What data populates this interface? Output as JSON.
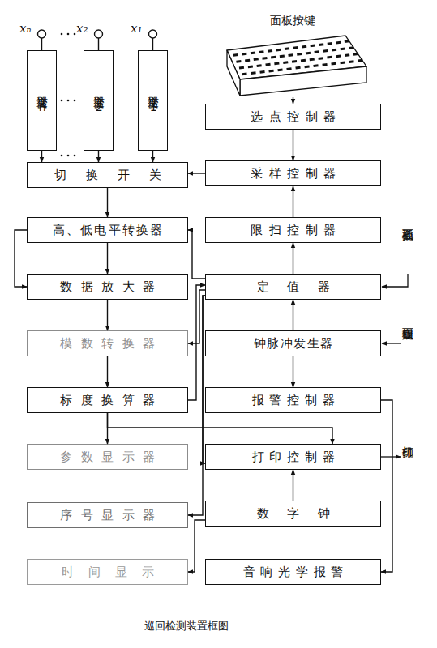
{
  "diagram": {
    "caption": "巡回检测装置框图",
    "nodes": [
      {
        "text": [
          "变送器 n"
        ]
      },
      {
        "text": [
          "变送器 2"
        ]
      },
      {
        "text": [
          "变送器 1"
        ]
      },
      {
        "text": [
          "面板按键"
        ]
      },
      {
        "text": [
          "切换开关"
        ]
      },
      {
        "text": [
          "高、低电平转换器"
        ]
      },
      {
        "text": [
          "数据放大器"
        ]
      },
      {
        "text": [
          "模数转换器"
        ]
      },
      {
        "text": [
          "标度换算器"
        ]
      },
      {
        "text": [
          "参数显示器"
        ]
      },
      {
        "text": [
          "序号显示器"
        ]
      },
      {
        "text": [
          "时间显示"
        ]
      },
      {
        "text": [
          "选点控制器"
        ]
      },
      {
        "text": [
          "采样控制器"
        ]
      },
      {
        "text": [
          "限扫控制器"
        ]
      },
      {
        "text": [
          "定值器"
        ]
      },
      {
        "text": [
          "钟脉冲发生器"
        ]
      },
      {
        "text": [
          "报警控制器"
        ]
      },
      {
        "text": [
          "打印控制器"
        ]
      },
      {
        "text": [
          "数字钟"
        ]
      },
      {
        "text": [
          "音响光学报警"
        ]
      }
    ],
    "edges": [
      {
        "from": 0,
        "to": 4,
        "arrow": "to"
      },
      {
        "from": 1,
        "to": 4,
        "arrow": "to"
      },
      {
        "from": 2,
        "to": 4,
        "arrow": "to"
      },
      {
        "from": 3,
        "to": 12,
        "arrow": "to"
      },
      {
        "from": 12,
        "to": 13,
        "arrow": "to"
      },
      {
        "from": 13,
        "to": 4,
        "arrow": "to"
      },
      {
        "from": 4,
        "to": 5,
        "arrow": "to"
      },
      {
        "from": 5,
        "to": 6,
        "arrow": "to"
      },
      {
        "from": 6,
        "to": 7,
        "arrow": "to"
      },
      {
        "from": 7,
        "to": 8,
        "arrow": "to"
      },
      {
        "from": 8,
        "to": 9,
        "arrow": "to"
      },
      {
        "from": 14,
        "to": 13,
        "arrow": "to"
      },
      {
        "from": 15,
        "to": 14,
        "arrow": "to"
      },
      {
        "from": 16,
        "to": 15,
        "arrow": "to"
      },
      {
        "from": 8,
        "to": 15,
        "arrow": "to"
      },
      {
        "from": 15,
        "to": 5,
        "arrow": "to"
      },
      {
        "from": 5,
        "to": 6,
        "arrow": "to"
      },
      {
        "from": 15,
        "to": 7,
        "arrow": "to"
      },
      {
        "from": 15,
        "to": 10,
        "arrow": "to"
      },
      {
        "from": 15,
        "to": 18,
        "arrow": "to"
      },
      {
        "from": 8,
        "to": 18,
        "arrow": "to"
      },
      {
        "from": 16,
        "to": 17,
        "arrow": "to"
      },
      {
        "from": 19,
        "to": 18,
        "arrow": "to"
      },
      {
        "from": 19,
        "to": 11,
        "arrow": "to"
      },
      {
        "from": 17,
        "to": 20,
        "arrow": "to"
      }
    ],
    "labels": [
      "xₙ",
      "x₂",
      "x₁",
      "面板插孔",
      "面板旋钮",
      "打印机"
    ]
  }
}
